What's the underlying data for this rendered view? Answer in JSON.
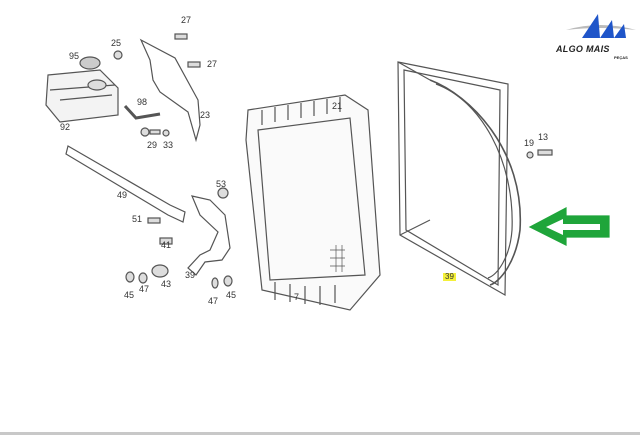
{
  "logo": {
    "name": "ALGO MAIS",
    "sub": "PEÇAS"
  },
  "part_labels": [
    "27",
    "25",
    "95",
    "27",
    "98",
    "23",
    "92",
    "29",
    "33",
    "21",
    "19",
    "13",
    "53",
    "49",
    "51",
    "41",
    "43",
    "39",
    "45",
    "47",
    "45",
    "47",
    "7"
  ],
  "highlighted_label": "39",
  "colors": {
    "arrow": "#1fa53a",
    "highlight": "#f4f03a",
    "line": "#555555"
  }
}
